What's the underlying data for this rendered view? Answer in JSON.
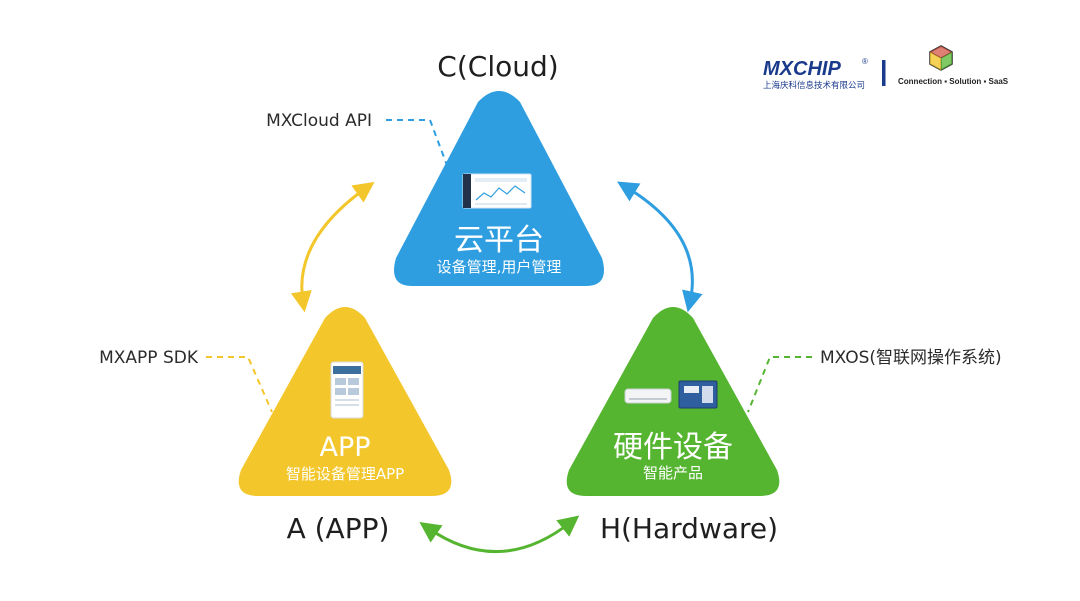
{
  "logo": {
    "brand": "MXCHIP",
    "company": "上海庆科信息技术有限公司",
    "tagline": "Connection ▪ Solution ▪ SaaS",
    "colors": {
      "brand": "#1a3a8c",
      "tagline": "#222222"
    }
  },
  "corners": {
    "cloud": "C(Cloud)",
    "app": "A (APP)",
    "hardware": "H(Hardware)"
  },
  "side_labels": {
    "cloud_api": "MXCloud API",
    "app_sdk": "MXAPP SDK",
    "mxos": "MXOS(智联网操作系统)"
  },
  "triangles": {
    "cloud": {
      "title": "云平台",
      "subtitle": "设备管理,用户管理",
      "color": "#2f9ee0"
    },
    "app": {
      "title": "APP",
      "subtitle": "智能设备管理APP",
      "color": "#f3c72c"
    },
    "hardware": {
      "title": "硬件设备",
      "subtitle": "智能产品",
      "color": "#56b530"
    }
  },
  "icons": {
    "cloud": "dashboard-screenshot-icon",
    "app": "phone-app-icon",
    "hardware": [
      "air-conditioner-icon",
      "wifi-module-icon"
    ],
    "logo": "cube-icon"
  }
}
